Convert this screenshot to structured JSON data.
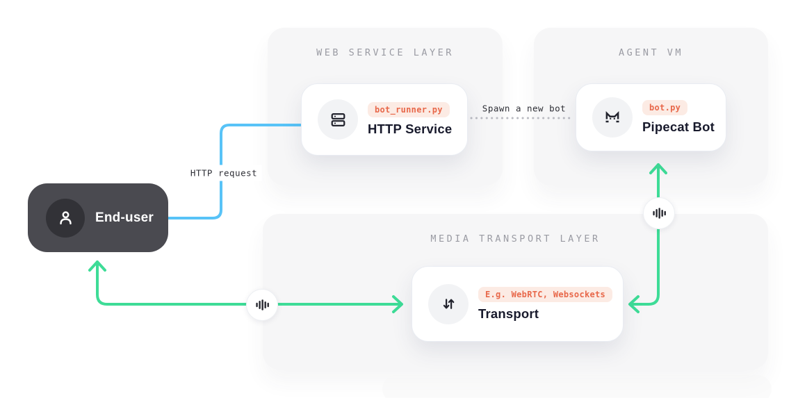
{
  "panels": [
    {
      "id": "web-service-layer",
      "title": "WEB SERVICE LAYER"
    },
    {
      "id": "agent-vm",
      "title": "AGENT VM"
    },
    {
      "id": "media-transport-layer",
      "title": "MEDIA TRANSPORT LAYER"
    }
  ],
  "nodes": {
    "end_user": {
      "label": "End-user",
      "icon": "person-icon"
    },
    "http_service": {
      "title": "HTTP Service",
      "badge": "bot_runner.py",
      "icon": "server-icon",
      "panel": "WEB SERVICE LAYER"
    },
    "pipecat_bot": {
      "title": "Pipecat Bot",
      "badge": "bot.py",
      "icon": "cat-icon",
      "panel": "AGENT VM"
    },
    "transport": {
      "title": "Transport",
      "badge": "E.g. WebRTC, Websockets",
      "icon": "transfer-arrows-icon",
      "panel": "MEDIA TRANSPORT LAYER"
    }
  },
  "edges": {
    "http_request": {
      "label": "HTTP request",
      "from": "end_user",
      "to": "http_service",
      "style": "solid",
      "color": "#58c3f7"
    },
    "spawn_bot": {
      "label": "Spawn a new bot",
      "from": "http_service",
      "to": "pipecat_bot",
      "style": "dotted",
      "color": "#b9bac1"
    },
    "media_user": {
      "from": "transport",
      "to": "end_user",
      "icon": "waveform-icon",
      "style": "solid",
      "color": "#3edc97"
    },
    "media_bot": {
      "from": "transport",
      "to": "pipecat_bot",
      "icon": "waveform-icon",
      "style": "solid",
      "color": "#3edc97"
    }
  },
  "colors": {
    "page_bg": "#ffffff",
    "panel_bg": "#f6f6f7",
    "panel_title": "#9a9ba3",
    "card_bg": "#ffffff",
    "card_title": "#181a2c",
    "badge_bg": "#fcebe4",
    "badge_text": "#e8684a",
    "end_user_bg": "#4a4a50",
    "blue_line": "#58c3f7",
    "green_line": "#3edc97",
    "dotted_line": "#b9bac1"
  }
}
